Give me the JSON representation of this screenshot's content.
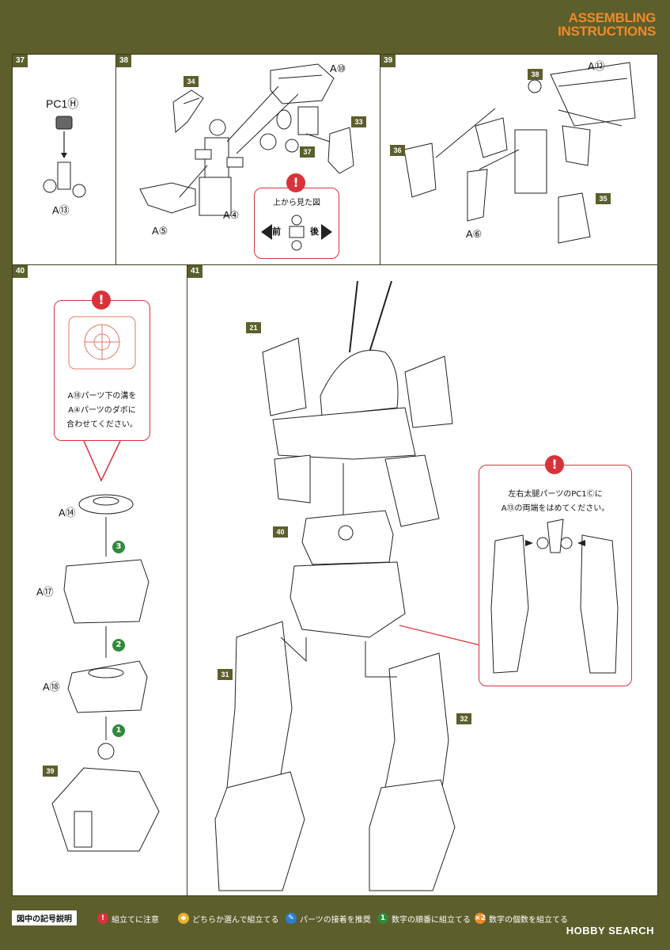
{
  "header": {
    "line1": "ASSEMBLING",
    "line2": "INSTRUCTIONS"
  },
  "steps": {
    "s37": {
      "num": "37",
      "pc": "PC1Ⓗ",
      "part": "A⑬"
    },
    "s38": {
      "num": "38",
      "a10": "A⑩",
      "a4": "A④",
      "a5": "A⑤",
      "t34": "34",
      "t33": "33",
      "t37": "37",
      "note": "上から見た図",
      "front": "前",
      "back": "後"
    },
    "s39": {
      "num": "39",
      "a12": "A⑫",
      "a6": "A⑥",
      "t38": "38",
      "t36": "36",
      "t35": "35"
    },
    "s40": {
      "num": "40",
      "note_line1": "A⑱パーツ下の溝を",
      "note_line2": "A④パーツのダボに",
      "note_line3": "合わせてください。",
      "a14": "A⑭",
      "a17": "A⑰",
      "a18": "A⑱",
      "t39": "39",
      "o3": "3",
      "o2": "2",
      "o1": "1"
    },
    "s41": {
      "num": "41",
      "t21": "21",
      "t40": "40",
      "t31": "31",
      "t32": "32",
      "note_line1": "左右太腿パーツのPC1Ⓒに",
      "note_line2": "A⑬の両端をはめてください。"
    }
  },
  "legend": {
    "title": "図中の記号説明",
    "i1": "組立てに注意",
    "i2": "どちらか選んで組立てる",
    "i3": "パーツの接着を推奨",
    "i4": "数字の順番に組立てる",
    "i5": "数字の個数を組立てる"
  },
  "watermark": "HOBBY SEARCH",
  "colors": {
    "background": "#5c5e2c",
    "accent": "#f08a2a",
    "warning": "#d8333a",
    "order": "#2f8a3b"
  }
}
